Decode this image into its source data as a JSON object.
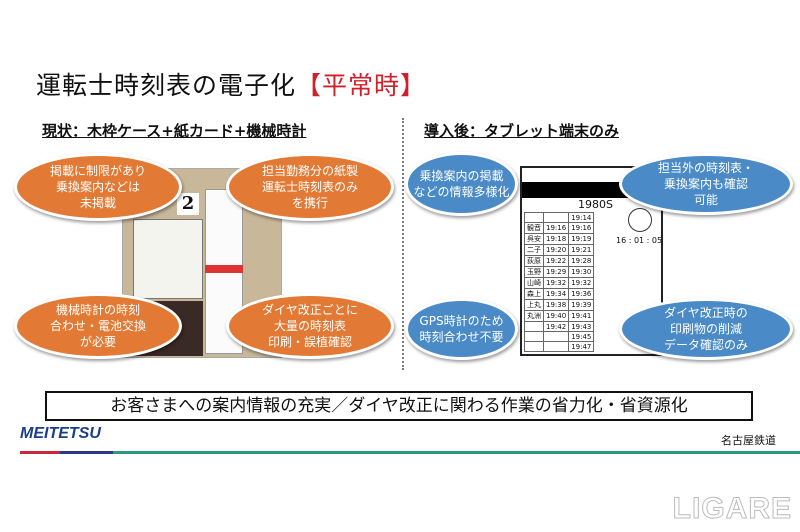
{
  "title": {
    "main": "運転士時刻表の電子化",
    "tag": "【平常時】"
  },
  "left": {
    "heading": "現状：木枠ケース+紙カード+機械時計",
    "bubbles": [
      "掲載に制限があり\n乗換案内などは\n未掲載",
      "担当勤務分の紙製\n運転士時刻表のみ\nを携行",
      "機械時計の時刻\n合わせ・電池交換\nが必要",
      "ダイヤ改正ごとに\n大量の時刻表\n印刷・誤植確認"
    ],
    "photo_number": "2"
  },
  "right": {
    "heading": "導入後：タブレット端末のみ",
    "bubbles": [
      "乗換案内の掲載\nなどの情報多様化",
      "担当外の時刻表・\n乗換案内も確認\n可能",
      "GPS時計のため\n時刻合わせ不要",
      "ダイヤ改正時の\n印刷物の削減\nデータ確認のみ"
    ],
    "tablet": {
      "train": "1980S",
      "clock": "16 : 01 : 05",
      "rows": [
        [
          "",
          "",
          "19:14"
        ],
        [
          "観音",
          "19:16",
          "19:16"
        ],
        [
          "呉安",
          "19:18",
          "19:19"
        ],
        [
          "二子",
          "19:20",
          "19:21"
        ],
        [
          "荻原",
          "19:22",
          "19:28"
        ],
        [
          "玉野",
          "19:29",
          "19:30"
        ],
        [
          "山崎",
          "19:32",
          "19:32"
        ],
        [
          "森上",
          "19:34",
          "19:36"
        ],
        [
          "上丸",
          "19:38",
          "19:39"
        ],
        [
          "丸洲",
          "19:40",
          "19:41"
        ],
        [
          "",
          "19:42",
          "19:43"
        ],
        [
          "",
          "",
          "19:45"
        ],
        [
          "",
          "",
          "19:47"
        ]
      ]
    }
  },
  "summary": "お客さまへの案内情報の充実／ダイヤ改正に関わる作業の省力化・省資源化",
  "footer": {
    "logo": "MEITETSU",
    "company": "名古屋鉄道"
  },
  "watermark": "LIGARE"
}
